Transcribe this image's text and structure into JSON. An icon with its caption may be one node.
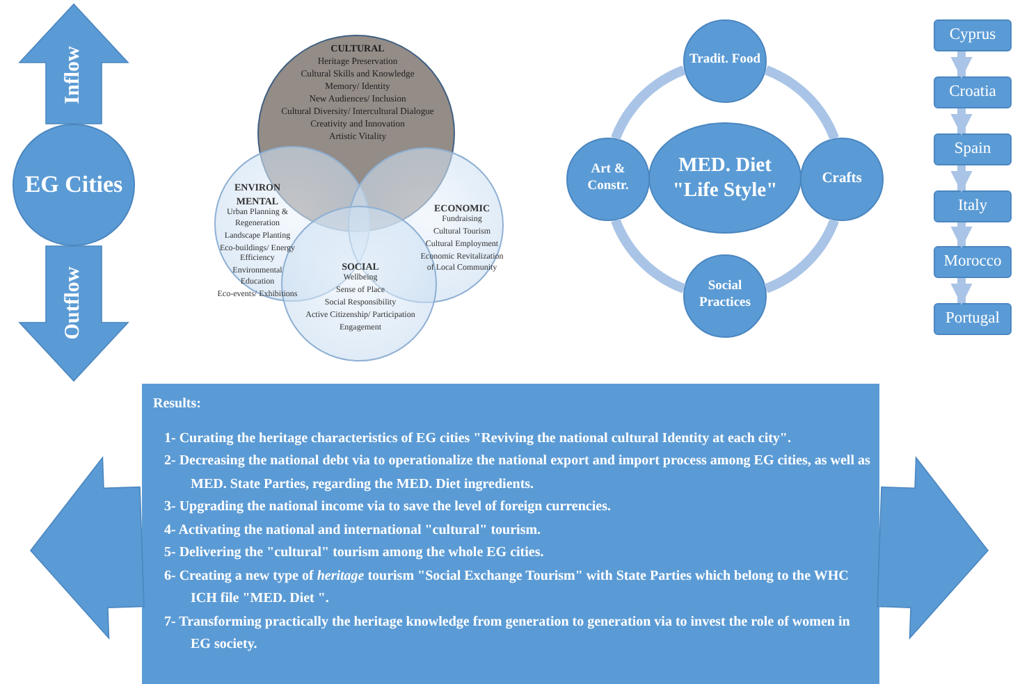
{
  "diagram": {
    "nodes": [
      {
        "text": [
          "EG Cities"
        ]
      },
      {
        "text": [
          "CULTURAL",
          "Heritage Preservation",
          "Cultural Skills and Knowledge",
          "Memory/ Identity",
          "New Audiences/ Inclusion",
          "Cultural Diversity/ Intercultural Dialogue",
          "Creativity and Innovation",
          "Artistic Vitality"
        ]
      },
      {
        "text": [
          "ENVIRON MENTAL",
          "Urban Planning & Regeneration",
          "Landscape Planting",
          "Eco-buildings/ Energy Efficiency",
          "Environmental Education",
          "Eco-events/ Exhibitions"
        ]
      },
      {
        "text": [
          "ECONOMIC",
          "Fundraising",
          "Cultural Tourism",
          "Cultural Employment",
          "Economic Revitalization of Local Community"
        ]
      },
      {
        "text": [
          "SOCIAL",
          "Wellbeing",
          "Sense of Place",
          "Social Responsibility",
          "Active Citizenship/ Participation",
          "Engagement"
        ]
      },
      {
        "text": [
          "Tradit. Food"
        ]
      },
      {
        "text": [
          "Art & Constr."
        ]
      },
      {
        "text": [
          "MED. Diet \"Life Style\""
        ]
      },
      {
        "text": [
          "Crafts"
        ]
      },
      {
        "text": [
          "Social Practices"
        ]
      },
      {
        "text": [
          "Cyprus"
        ]
      },
      {
        "text": [
          "Croatia"
        ]
      },
      {
        "text": [
          "Spain"
        ]
      },
      {
        "text": [
          "Italy"
        ]
      },
      {
        "text": [
          "Morocco"
        ]
      },
      {
        "text": [
          "Portugal"
        ]
      },
      {
        "text": [
          "Results:",
          "1- Curating the heritage characteristics of EG cities \"Reviving the national cultural Identity at each city\".",
          "2- Decreasing the national debt via to operationalize the national export and import process among EG cities, as well as MED. State Parties, regarding the MED. Diet ingredients.",
          "3- Upgrading the national income via to save the level of foreign currencies.",
          "4- Activating the national and international \"cultural\" tourism.",
          "5- Delivering the \"cultural\" tourism among the whole EG cities.",
          "6- Creating a new type of *heritage* tourism \"Social Exchange Tourism\" with State Parties which belong to the WHC ICH file \"MED. Diet \".",
          "7- Transforming practically the heritage knowledge from generation to generation via to invest the role of women in EG society."
        ]
      }
    ],
    "edges": [
      {
        "from": 0,
        "to": null,
        "arrow": "to",
        "label": "Inflow",
        "style": "thick"
      },
      {
        "from": 0,
        "to": null,
        "arrow": "to",
        "label": "Outflow",
        "style": "thick"
      },
      {
        "from": 5,
        "to": 8,
        "arrow": "none"
      },
      {
        "from": 8,
        "to": 9,
        "arrow": "none"
      },
      {
        "from": 9,
        "to": 6,
        "arrow": "none"
      },
      {
        "from": 6,
        "to": 5,
        "arrow": "none"
      },
      {
        "from": 10,
        "to": 11,
        "arrow": "to"
      },
      {
        "from": 11,
        "to": 12,
        "arrow": "to"
      },
      {
        "from": 12,
        "to": 13,
        "arrow": "to"
      },
      {
        "from": 13,
        "to": 14,
        "arrow": "to"
      },
      {
        "from": 14,
        "to": 15,
        "arrow": "to"
      },
      {
        "from": 16,
        "to": null,
        "arrow": "to",
        "style": "thick"
      },
      {
        "from": 16,
        "to": null,
        "arrow": "to",
        "style": "thick"
      }
    ]
  }
}
